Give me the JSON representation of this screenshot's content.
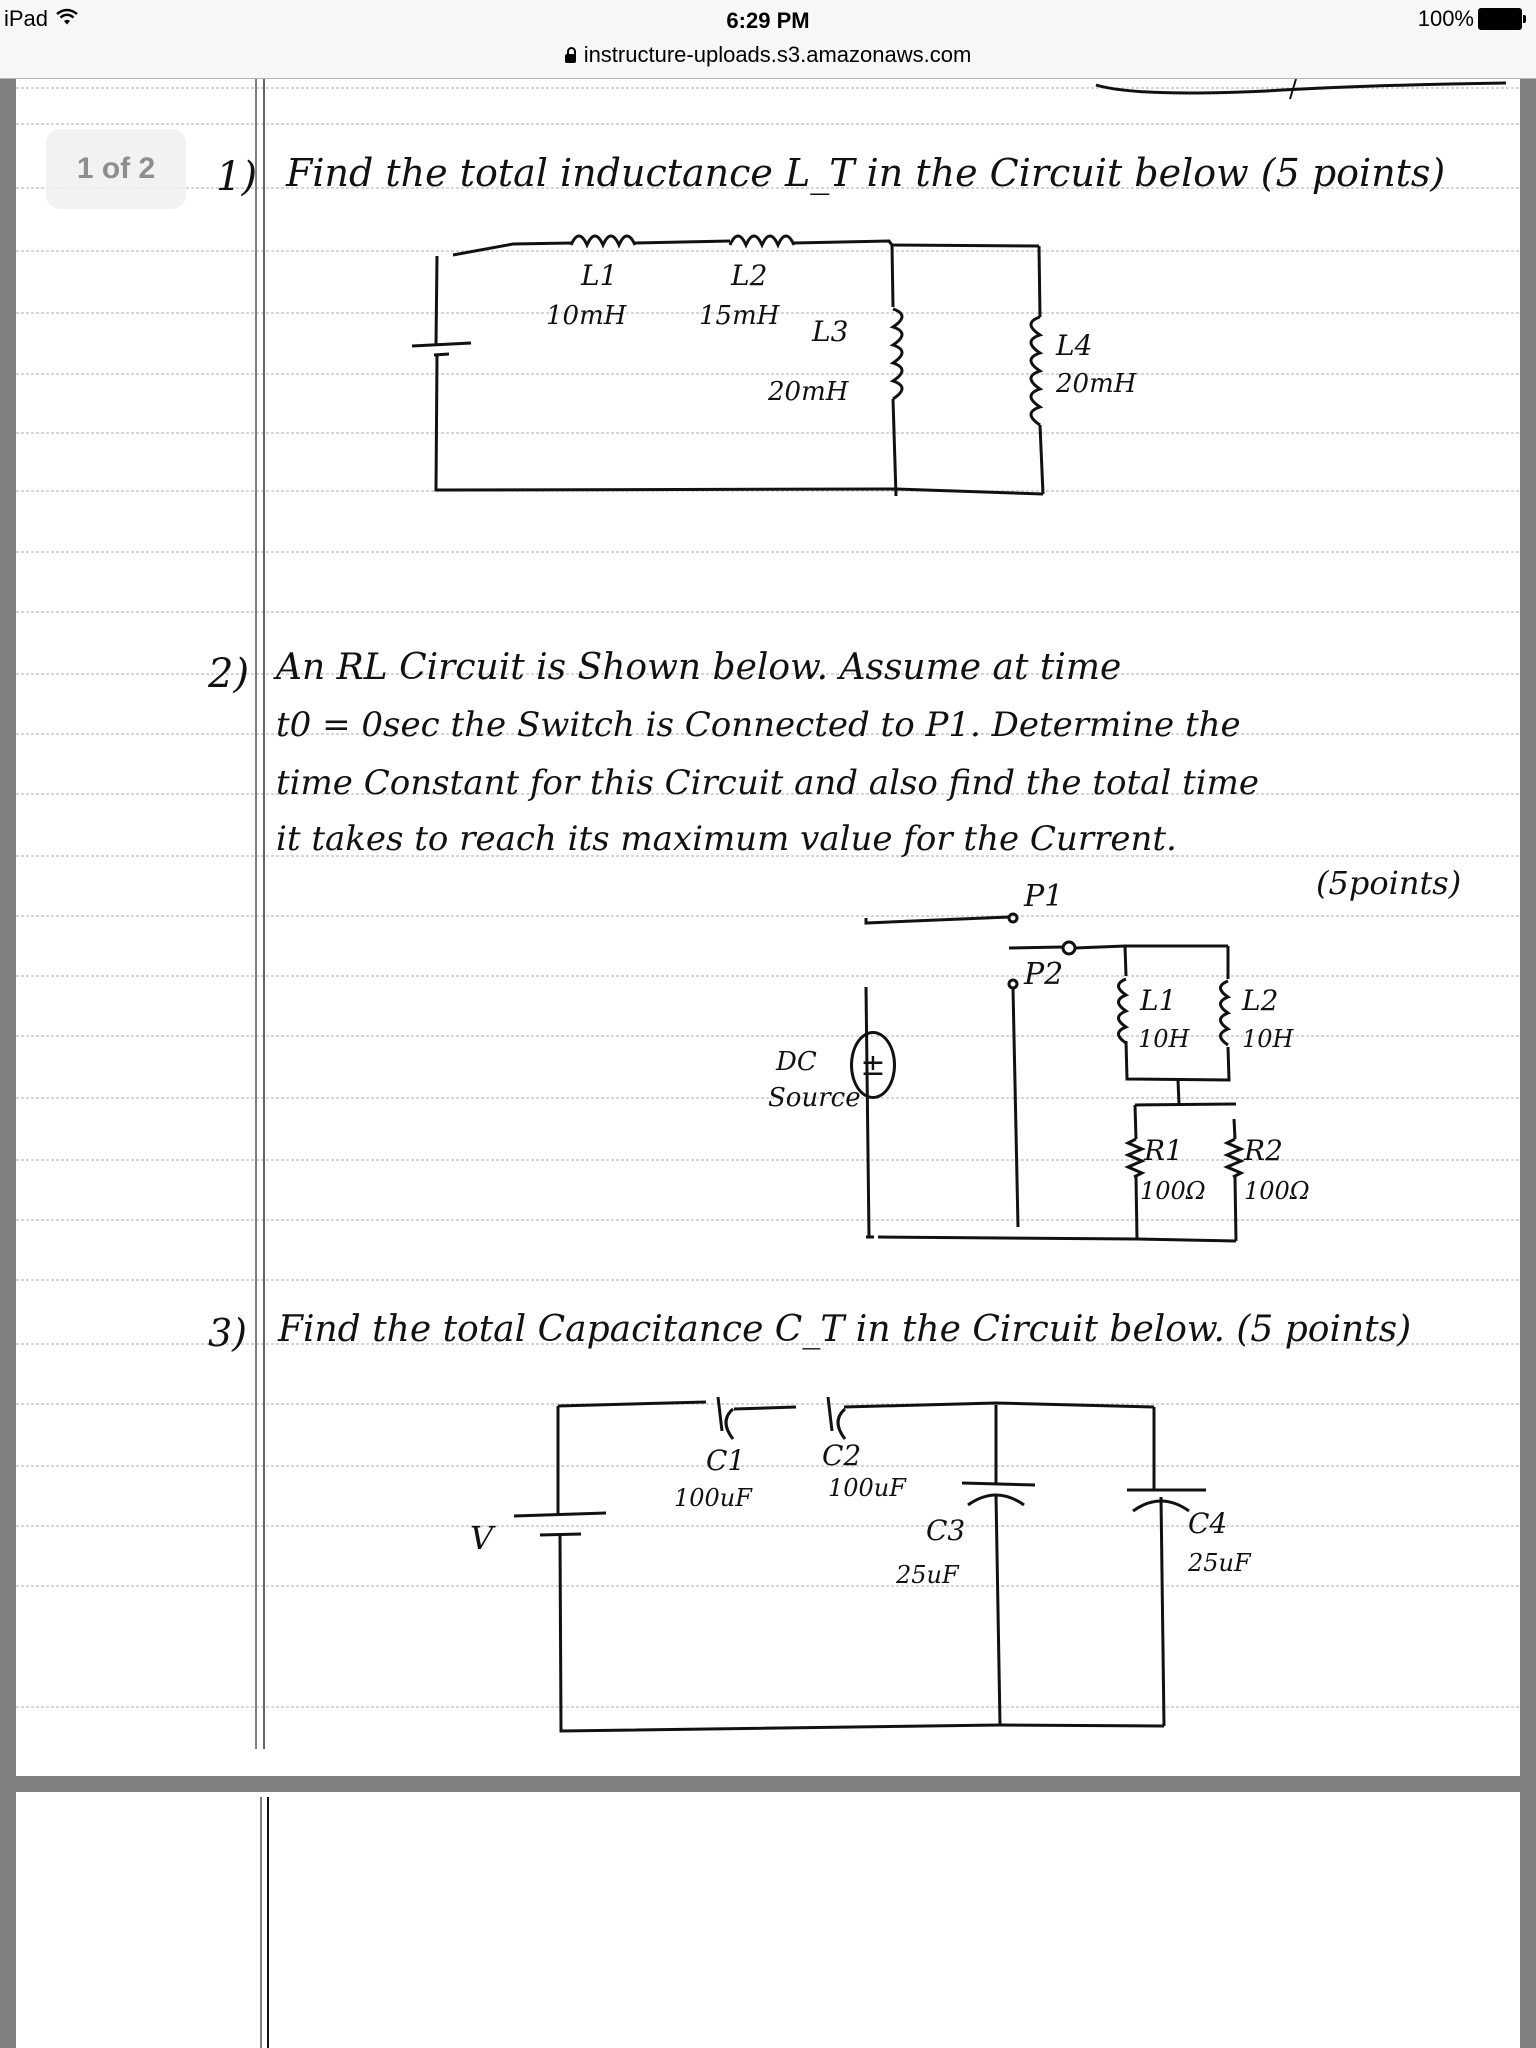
{
  "status_bar": {
    "device": "iPad",
    "time": "6:29 PM",
    "battery": "100%",
    "url": "instructure-uploads.s3.amazonaws.com"
  },
  "viewer": {
    "page_indicator": "1 of 2"
  },
  "questions": [
    {
      "number": "1)",
      "text": "Find the total inductance L_T in the Circuit below (5 points)",
      "circuit": {
        "components": [
          {
            "label": "L1",
            "value": "10mH"
          },
          {
            "label": "L2",
            "value": "15mH"
          },
          {
            "label": "L3",
            "value": "20mH"
          },
          {
            "label": "L4",
            "value": "20mH"
          }
        ]
      }
    },
    {
      "number": "2)",
      "lines": [
        "An RL Circuit is Shown below. Assume at time",
        "t0 = 0sec the Switch is Connected to P1. Determine the",
        "time Constant for this Circuit and also find the total time",
        "it takes to reach its maximum value for the Current."
      ],
      "points": "(5points)",
      "circuit": {
        "source_label_1": "DC",
        "source_label_2": "Source",
        "source_symbol": "±",
        "switch_positions": [
          "P1",
          "P2"
        ],
        "components": [
          {
            "label": "L1",
            "value": "10H"
          },
          {
            "label": "L2",
            "value": "10H"
          },
          {
            "label": "R1",
            "value": "100Ω"
          },
          {
            "label": "R2",
            "value": "100Ω"
          }
        ]
      }
    },
    {
      "number": "3)",
      "text": "Find the total Capacitance C_T in the Circuit below. (5 points)",
      "circuit": {
        "source_label": "V",
        "components": [
          {
            "label": "C1",
            "value": "100uF"
          },
          {
            "label": "C2",
            "value": "100uF"
          },
          {
            "label": "C3",
            "value": "25uF"
          },
          {
            "label": "C4",
            "value": "25uF"
          }
        ]
      }
    }
  ]
}
